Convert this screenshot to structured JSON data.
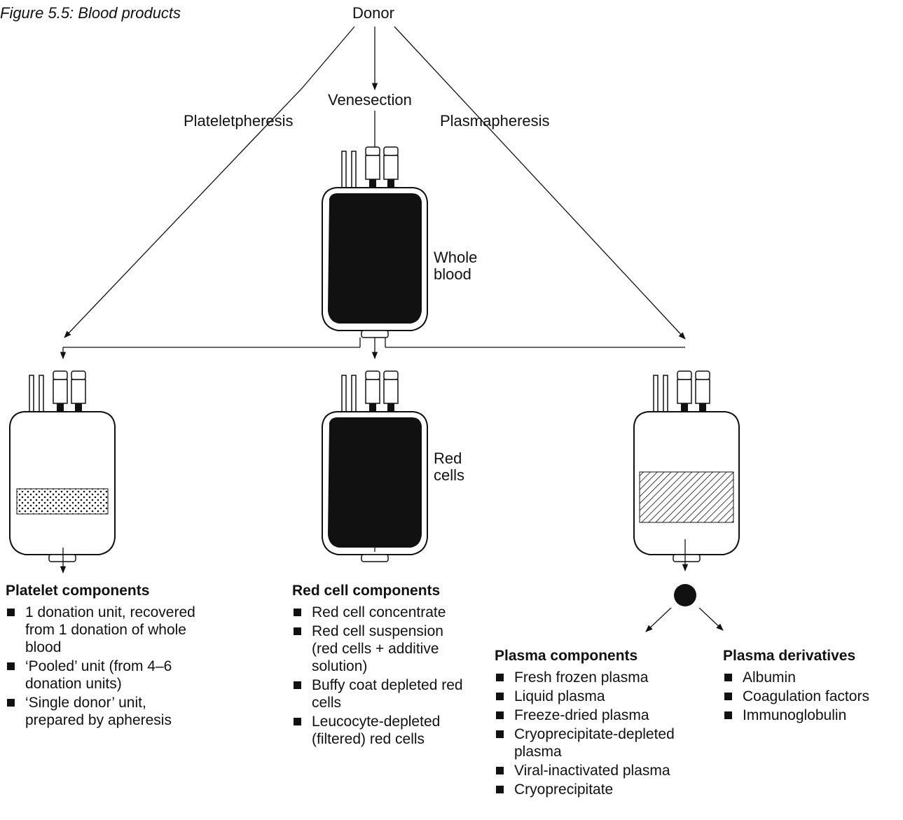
{
  "caption": "Figure 5.5: Blood products",
  "nodes": {
    "donor": "Donor",
    "venesection": "Venesection",
    "plateletpheresis": "Plateletpheresis",
    "plasmapheresis": "Plasmapheresis",
    "whole_blood": "Whole\nblood",
    "red_cells": "Red\ncells"
  },
  "sections": {
    "platelet": {
      "title": "Platelet components",
      "items": [
        "1 donation unit, recovered from 1 donation of whole blood",
        "‘Pooled’ unit (from 4–6 donation units)",
        "‘Single donor’ unit, prepared by apheresis"
      ]
    },
    "red": {
      "title": "Red cell components",
      "items": [
        "Red cell concentrate",
        "Red cell suspension (red cells + additive solution)",
        "Buffy coat depleted red cells",
        "Leucocyte-depleted (filtered) red cells"
      ]
    },
    "plasma_components": {
      "title": "Plasma components",
      "items": [
        "Fresh frozen plasma",
        "Liquid plasma",
        "Freeze-dried plasma",
        "Cryoprecipitate-depleted plasma",
        "Viral-inactivated plasma",
        "Cryoprecipitate"
      ]
    },
    "plasma_derivatives": {
      "title": "Plasma derivatives",
      "items": [
        "Albumin",
        "Coagulation factors",
        "Immunoglobulin"
      ]
    }
  }
}
